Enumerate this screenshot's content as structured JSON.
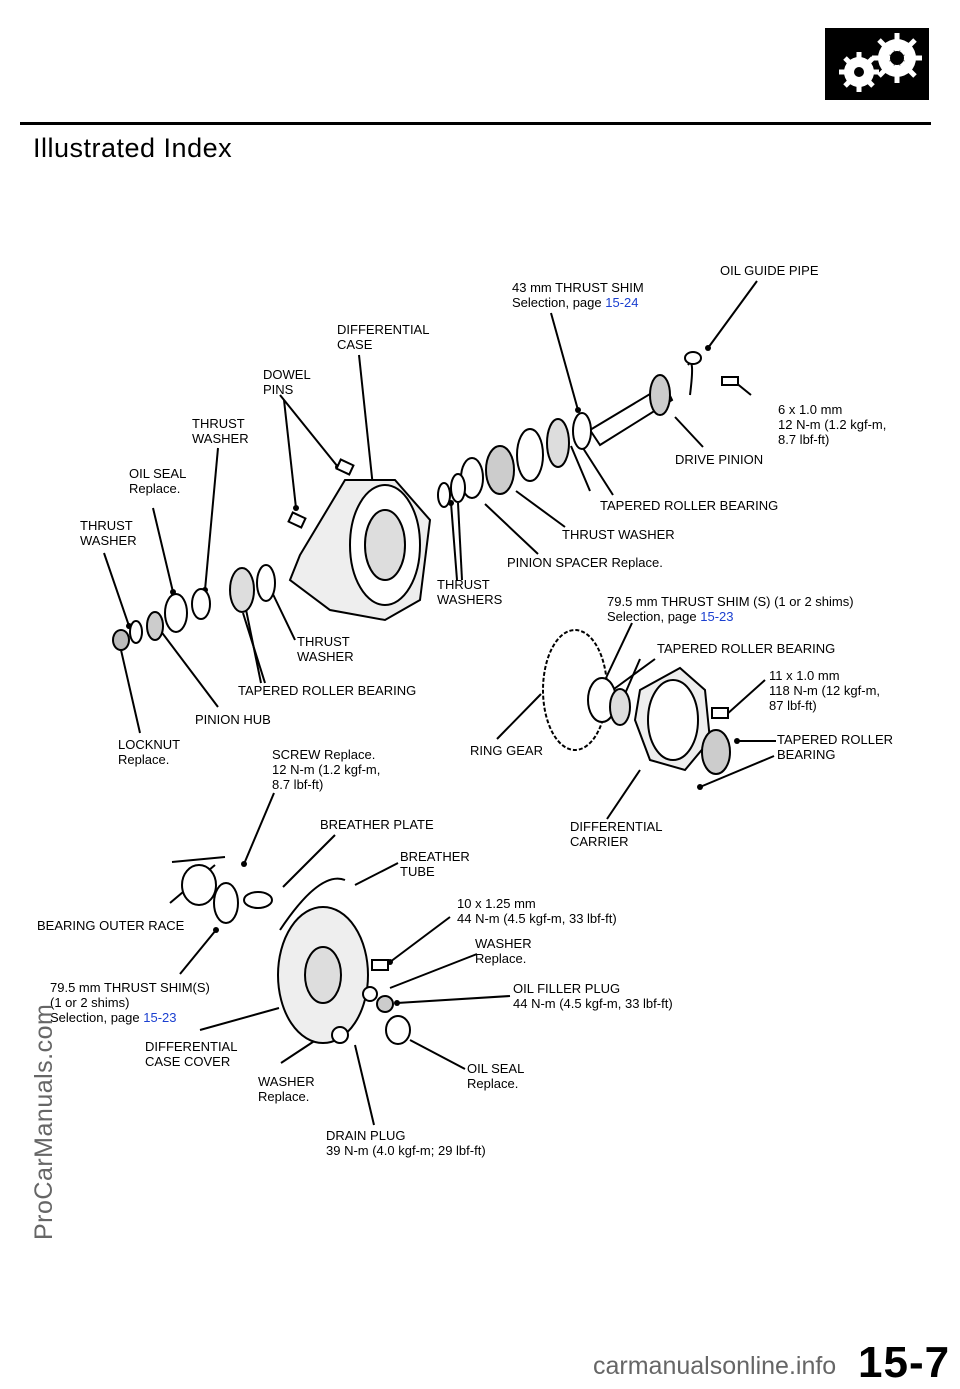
{
  "header": {
    "title": "Illustrated  Index",
    "icon": "gears-icon"
  },
  "page_number": "15-7",
  "watermarks": {
    "left": "ProCarManuals.com",
    "bottom": "carmanualsonline.info"
  },
  "labels": {
    "oil_guide_pipe": [
      "OIL  GUIDE  PIPE"
    ],
    "thrust_shim_43": [
      "43 mm THRUST SHIM",
      "Selection, page "
    ],
    "thrust_shim_43_page": "15-24",
    "differential_case": [
      "DIFFERENTIAL",
      "CASE"
    ],
    "dowel_pins": [
      "DOWEL",
      "PINS"
    ],
    "bolt_6x1": [
      "6 x  1.0 mm",
      "12  N-m  (1.2  kgf-m,",
      "8.7  lbf-ft)"
    ],
    "thrust_washer_a": [
      "THRUST",
      "WASHER"
    ],
    "drive_pinion": [
      "DRIVE PINION"
    ],
    "oil_seal_a": [
      "OIL  SEAL",
      "Replace."
    ],
    "tapered_roller_bearing_a": [
      "TAPERED ROLLER BEARING"
    ],
    "thrust_washer_b": [
      "THRUST",
      "WASHER"
    ],
    "thrust_washer_c": [
      "THRUST  WASHER"
    ],
    "pinion_spacer": [
      "PINION SPACER Replace."
    ],
    "thrust_washers": [
      "THRUST",
      "WASHERS"
    ],
    "thrust_shim_795_a": [
      "79.5  mm  THRUST SHIM  (S)  (1  or  2  shims)",
      "Selection,  page  "
    ],
    "thrust_shim_795_a_page": "15-23",
    "thrust_washer_d": [
      "THRUST",
      "WASHER"
    ],
    "tapered_roller_bearing_b": [
      "TAPERED  ROLLER  BEARING"
    ],
    "bolt_11x1": [
      "11  x  1.0 mm",
      "118  N-m  (12  kgf-m,",
      "87  lbf-ft)"
    ],
    "tapered_roller_bearing_c": [
      "TAPERED ROLLER BEARING"
    ],
    "pinion_hub": [
      "PINION HUB"
    ],
    "tapered_roller_bearing_d": [
      "TAPERED ROLLER",
      "BEARING"
    ],
    "locknut": [
      "LOCKNUT",
      "Replace."
    ],
    "screw": [
      "SCREW Replace.",
      "12  N-m  (1.2  kgf-m,",
      "8.7  lbf-ft)"
    ],
    "ring_gear": [
      "RING GEAR"
    ],
    "breather_plate": [
      "BREATHER  PLATE"
    ],
    "differential_carrier": [
      "DIFFERENTIAL",
      "CARRIER"
    ],
    "breather_tube": [
      "BREATHER",
      "TUBE"
    ],
    "bolt_10x125": [
      "10  x  1.25  mm",
      "44  N-m  (4.5  kgf-m,  33  lbf-ft)"
    ],
    "bearing_outer_race": [
      "BEARING OUTER RACE"
    ],
    "washer_a": [
      "WASHER",
      "Replace."
    ],
    "thrust_shim_795_b": [
      "79.5 mm  THRUST SHIM(S)",
      "(1  or  2  shims)",
      "Selection,  page  "
    ],
    "thrust_shim_795_b_page": "15-23",
    "oil_filler_plug": [
      "OIL  FILLER  PLUG",
      "44  N-m  (4.5  kgf-m,  33  lbf-ft)"
    ],
    "differential_case_cover": [
      "DIFFERENTIAL",
      "CASE COVER"
    ],
    "oil_seal_b": [
      "OIL SEAL",
      "Replace."
    ],
    "washer_b": [
      "WASHER",
      "Replace."
    ],
    "drain_plug": [
      "DRAIN  PLUG",
      "39  N-m  (4.0  kgf-m;  29  lbf-ft)"
    ]
  }
}
